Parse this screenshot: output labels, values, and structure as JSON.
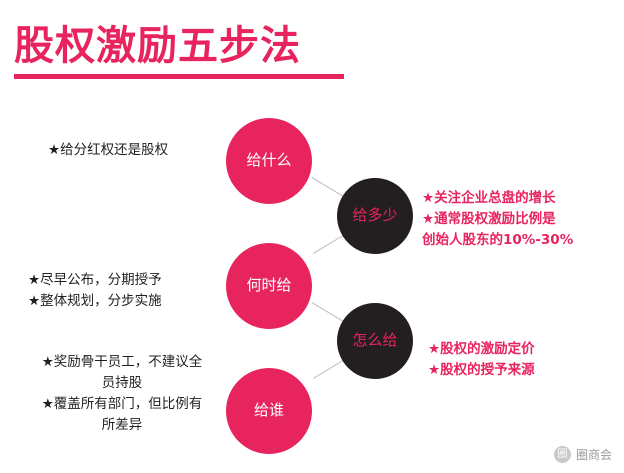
{
  "title": "股权激励五步法",
  "theme": {
    "accent": "#e8245f",
    "dark": "#231f20",
    "text": "#231f20",
    "line": "#bdbdbd",
    "background": "#ffffff"
  },
  "nodes": [
    {
      "id": "node-1",
      "label": "给什么",
      "style": "pink"
    },
    {
      "id": "node-2",
      "label": "给多少",
      "style": "dark"
    },
    {
      "id": "node-3",
      "label": "何时给",
      "style": "pink"
    },
    {
      "id": "node-4",
      "label": "怎么给",
      "style": "dark"
    },
    {
      "id": "node-5",
      "label": "给谁",
      "style": "pink"
    }
  ],
  "left_notes": [
    {
      "id": "left-note-1",
      "text": "★给分红权还是股权"
    },
    {
      "id": "left-note-2",
      "text": "★尽早公布，分期授予\n★整体规划，分步实施"
    },
    {
      "id": "left-note-3",
      "text": "★奖励骨干员工，不建议全\n员持股\n★覆盖所有部门，但比例有\n所差异"
    }
  ],
  "right_notes": [
    {
      "id": "right-note-1",
      "text": "★关注企业总盘的增长\n★通常股权激励比例是\n创始人股东的10%-30%"
    },
    {
      "id": "right-note-2",
      "text": "★股权的激励定价\n★股权的授予来源"
    }
  ],
  "footer": {
    "logo_glyph": "圈",
    "label": "圈商会"
  }
}
